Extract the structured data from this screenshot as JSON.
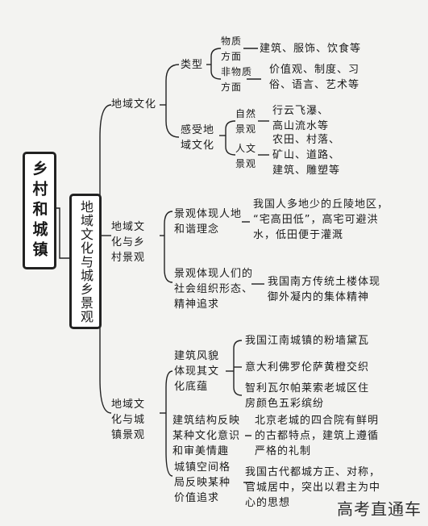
{
  "root": "乡村和城镇",
  "main": "地域文化与城乡景观",
  "branches": {
    "b1": {
      "label": "地域文化",
      "type": {
        "label": "类型",
        "material": {
          "label": "物质\n方面",
          "leaf": "建筑、服饰、饮食等"
        },
        "nonmaterial": {
          "label": "非物质\n方面",
          "leaf": "价值观、制度、习\n俗、语言、艺术等"
        }
      },
      "perceive": {
        "label": "感受地\n域文化",
        "natural": {
          "label": "自然\n景观",
          "leaf": "行云飞瀑、\n高山流水等"
        },
        "human": {
          "label": "人文\n景观",
          "leaf": "农田、村落、\n矿山、道路、\n建筑、雕塑等"
        }
      }
    },
    "b2": {
      "label": "地域文\n化与乡\n村景观",
      "harmony": {
        "label": "景观体现人地\n和谐理念",
        "leaf": "我国人多地少的丘陵地区，\n“宅高田低”，高宅可避洪\n水，低田便于灌溉"
      },
      "social": {
        "label": "景观体现人们的\n社会组织形态、\n精神追求",
        "leaf": "我国南方传统土楼体现\n御外凝内的集体精神"
      }
    },
    "b3": {
      "label": "地域文\n化与城\n镇景观",
      "style": {
        "label": "建筑风貌\n体现其文\n化底蕴",
        "leaves": [
          "我国江南城镇的粉墙黛瓦",
          "意大利佛罗伦萨黄橙交织",
          "智利瓦尔帕莱索老城区住\n房颜色五彩缤纷"
        ]
      },
      "structure": {
        "label": "建筑结构反映\n某种文化意识\n和审美情趣",
        "leaf": "北京老城的四合院有鲜明\n的古都特点，建筑上遵循\n严格的礼制"
      },
      "space": {
        "label": "城镇空间格\n局反映某种\n价值追求",
        "leaf": "我国古代都城方正、对称，\n官城居中，突出以君主为中\n心的思想"
      }
    }
  },
  "watermark": "高考直通车"
}
